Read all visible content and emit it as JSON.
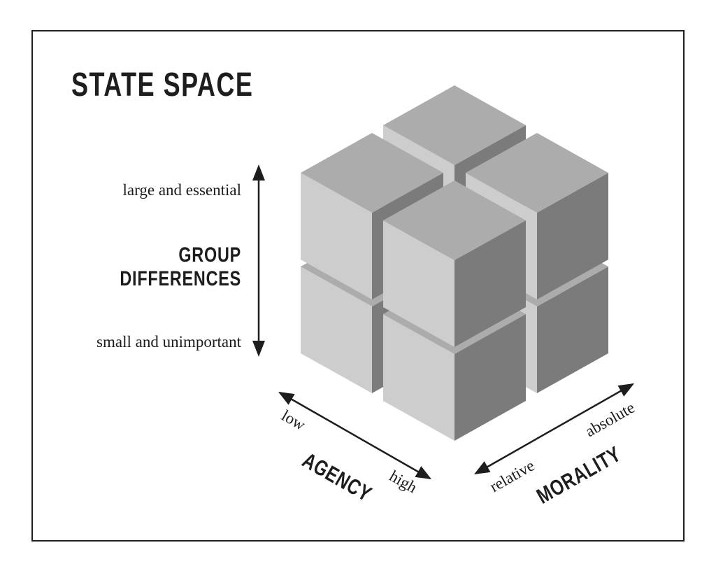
{
  "title": "STATE SPACE",
  "colors": {
    "background": "#ffffff",
    "border": "#1f1f1f",
    "text": "#1d1d1d",
    "arrow": "#1d1d1d",
    "cube_top": "#acacac",
    "cube_left": "#cdcdcd",
    "cube_right": "#7b7b7b"
  },
  "axes": {
    "group_differences": {
      "label_line1": "GROUP",
      "label_line2": "DIFFERENCES",
      "max_label": "large and essential",
      "min_label": "small and unimportant"
    },
    "agency": {
      "label": "AGENCY",
      "min_label": "low",
      "max_label": "high"
    },
    "morality": {
      "label": "MORALITY",
      "min_label": "relative",
      "max_label": "absolute"
    }
  },
  "diagram": {
    "description": "2x2x2 grid of gray isometric cubes representing the state space"
  }
}
